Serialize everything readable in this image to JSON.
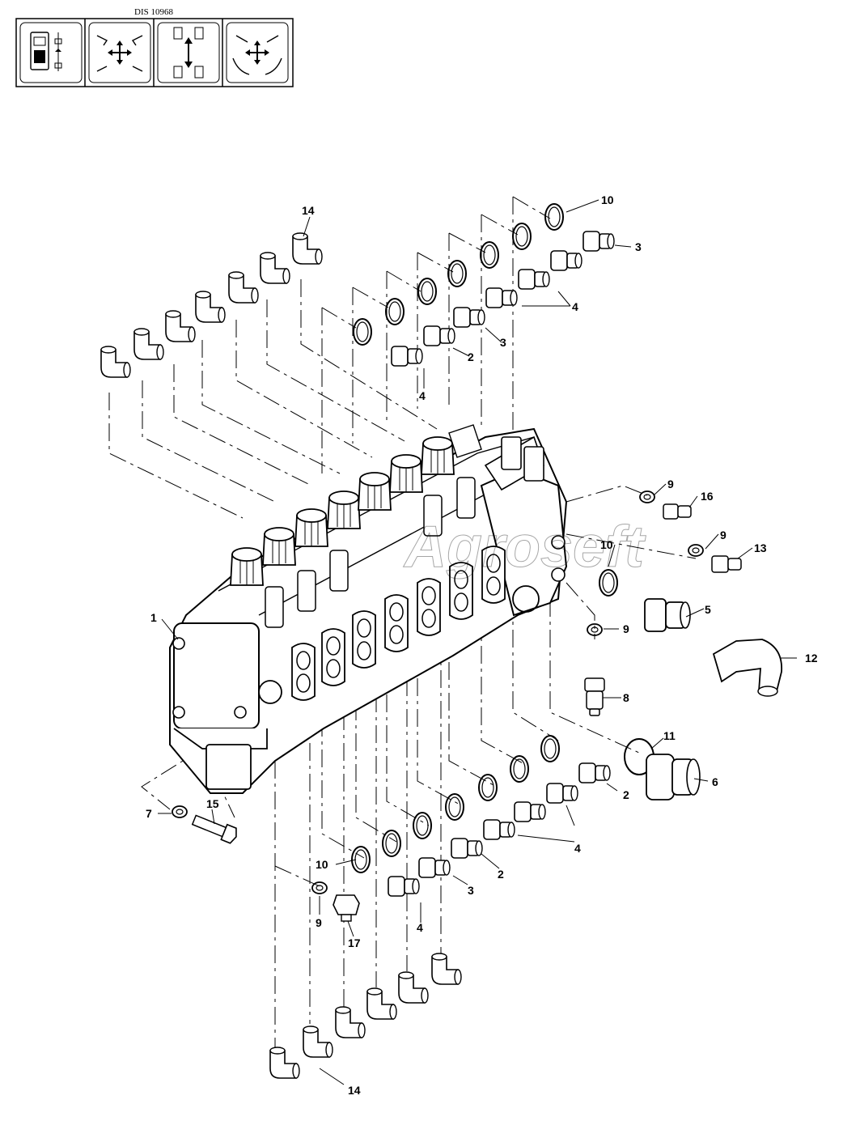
{
  "header": {
    "code": "DIS 10968",
    "icons": [
      "machine-control-icon",
      "excavator-controls-icon",
      "bidirectional-arrows-icon",
      "excavator-rotation-icon"
    ]
  },
  "watermark": "Agroseft",
  "callouts": {
    "c1": "1",
    "c2a": "2",
    "c2b": "2",
    "c2c": "2",
    "c3a": "3",
    "c3b": "3",
    "c3c": "3",
    "c4a": "4",
    "c4b": "4",
    "c4c": "4",
    "c4d": "4",
    "c5": "5",
    "c6": "6",
    "c7": "7",
    "c8": "8",
    "c9a": "9",
    "c9b": "9",
    "c9c": "9",
    "c9d": "9",
    "c10a": "10",
    "c10b": "10",
    "c10c": "10",
    "c11": "11",
    "c12": "12",
    "c13": "13",
    "c14a": "14",
    "c14b": "14",
    "c15": "15",
    "c16": "16",
    "c17": "17"
  }
}
